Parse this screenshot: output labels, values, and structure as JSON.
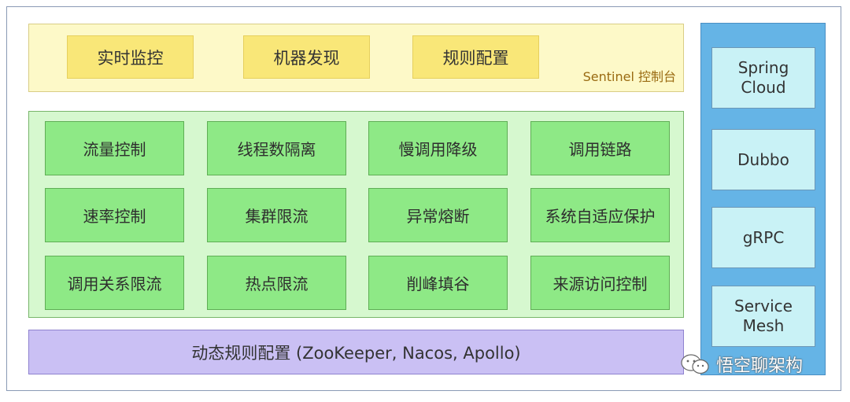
{
  "console": {
    "buttons": [
      "实时监控",
      "机器发现",
      "规则配置"
    ],
    "caption": "Sentinel 控制台"
  },
  "features": {
    "rows": [
      [
        "流量控制",
        "线程数隔离",
        "慢调用降级",
        "调用链路"
      ],
      [
        "速率控制",
        "集群限流",
        "异常熔断",
        "系统自适应保护"
      ],
      [
        "调用关系限流",
        "热点限流",
        "削峰填谷",
        "来源访问控制"
      ]
    ]
  },
  "dynamic_rules": "动态规则配置 (ZooKeeper, Nacos, Apollo)",
  "frameworks": [
    "Spring\nCloud",
    "Dubbo",
    "gRPC",
    "Service\nMesh"
  ],
  "watermark": "悟空聊架构",
  "colors": {
    "console_bg": "#fdf9c8",
    "console_button": "#f9e778",
    "features_bg": "#d6f8cf",
    "feature_box": "#8ee986",
    "dynamic_bg": "#cac0f4",
    "framework_bg": "#65b4e6",
    "framework_box": "#c9f2f6",
    "caption_text": "#9a6b12"
  }
}
